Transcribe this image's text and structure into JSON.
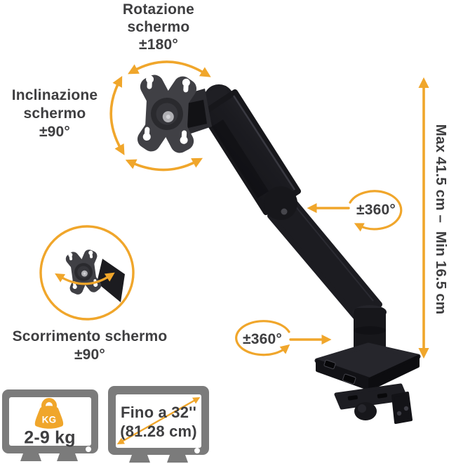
{
  "colors": {
    "accent": "#F0A62B",
    "text": "#3E3E40",
    "monitor_gray": "#7B7B7B",
    "arm_black": "#1A1A1E"
  },
  "annotations": {
    "rotation": {
      "line1": "Rotazione",
      "line2": "schermo",
      "line3": "±180°"
    },
    "tilt": {
      "line1": "Inclinazione",
      "line2": "schermo",
      "line3": "±90°"
    },
    "pan": {
      "line1": "Scorrimento schermo",
      "line2": "±90°"
    },
    "swivel_upper": "±360°",
    "swivel_lower": "±360°",
    "height_range": "Max 41.5 cm –  Min 16.5 cm"
  },
  "spec_badges": {
    "weight": {
      "icon_text": "KG",
      "value": "2-9 kg"
    },
    "screen": {
      "line1": "Fino a 32''",
      "line2": "(81.28 cm)"
    }
  }
}
